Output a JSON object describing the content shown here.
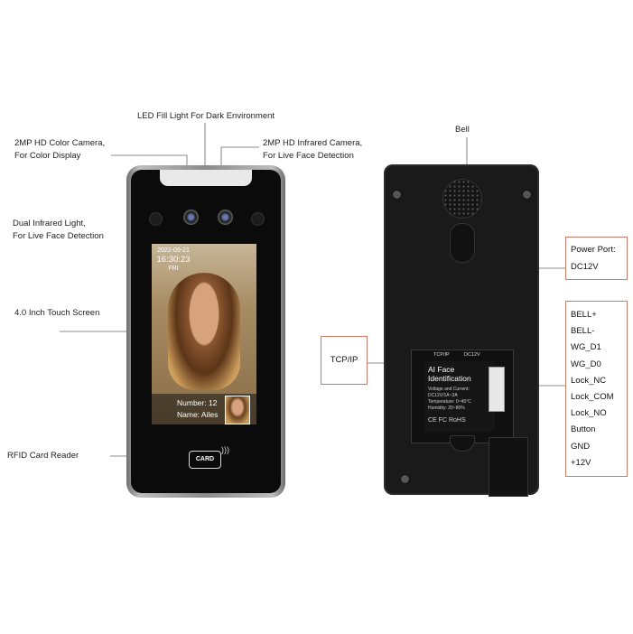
{
  "front_labels": {
    "led_fill_light": "LED Fill Light For Dark Environment",
    "color_camera_1": "2MP HD Color Camera,",
    "color_camera_2": "For Color Display",
    "infrared_camera_1": "2MP HD Infrared Camera,",
    "infrared_camera_2": "For Live Face Detection",
    "dual_ir_1": "Dual Infrared Light,",
    "dual_ir_2": "For Live Face Detection",
    "touch_screen": "4.0 Inch Touch Screen",
    "rfid_reader": "RFID Card Reader"
  },
  "screen": {
    "date": "2022-09-21",
    "time": "16:30:23",
    "weekday": "FRI",
    "number": "Number: 12",
    "name": "Name: Ailes"
  },
  "card_text": "CARD",
  "back_labels": {
    "bell": "Bell",
    "tcpip": "TCP/IP",
    "power_port_1": "Power Port:",
    "power_port_2": "DC12V"
  },
  "back_plate": {
    "port_tcpip": "TCP/IP",
    "port_dc": "DC12V",
    "title_1": "AI Face",
    "title_2": "Identification",
    "spec_1": "Voltage and Current:",
    "spec_2": "DC12V/1A~3A",
    "spec_3": "Temperature: 0~45°C",
    "spec_4": "Humidity: 20~80%",
    "marks": "CE FC RoHS"
  },
  "wiring": [
    "BELL+",
    "BELL-",
    "WG_D1",
    "WG_D0",
    "Lock_NC",
    "Lock_COM",
    "Lock_NO",
    "Button",
    "GND",
    "+12V"
  ],
  "colors": {
    "callout_border": "#d07a6a",
    "device_body": "#1a1a1a",
    "frame_silver": "#a0a0a0"
  }
}
